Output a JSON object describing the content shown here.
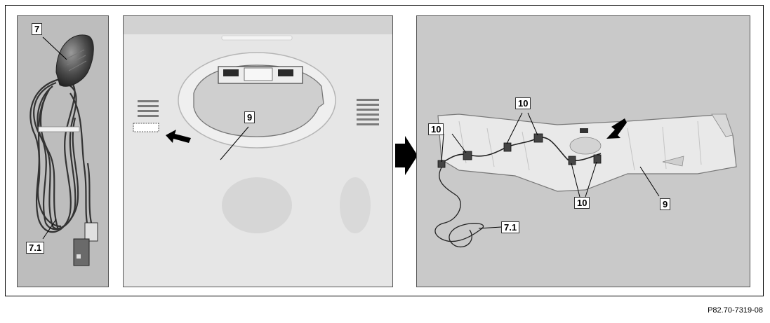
{
  "reference_code": "P82.70-7319-08",
  "callouts": {
    "left_top": "7",
    "left_bottom": "7.1",
    "mid_component": "9",
    "right_10_a": "10",
    "right_10_b": "10",
    "right_10_c": "10",
    "right_9": "9",
    "right_71": "7.1"
  }
}
